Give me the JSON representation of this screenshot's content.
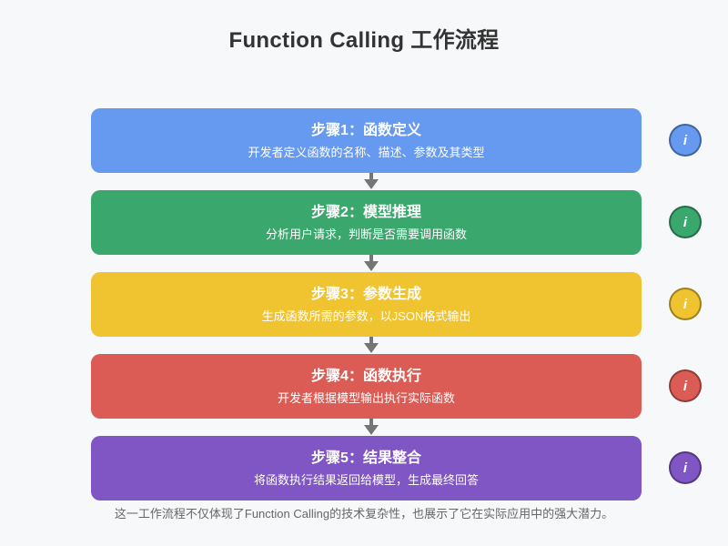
{
  "title": "Function Calling 工作流程",
  "background_color": "#f7f8fa",
  "title_color": "#333333",
  "arrow_color": "#757575",
  "steps": [
    {
      "title": "步骤1：函数定义",
      "desc": "开发者定义函数的名称、描述、参数及其类型",
      "color": "#6699F0",
      "badge": "i",
      "badge_name": "info-icon"
    },
    {
      "title": "步骤2：模型推理",
      "desc": "分析用户请求，判断是否需要调用函数",
      "color": "#3AA76D",
      "badge": "i",
      "badge_name": "info-icon"
    },
    {
      "title": "步骤3：参数生成",
      "desc": "生成函数所需的参数，以JSON格式输出",
      "color": "#F0C330",
      "badge": "i",
      "badge_name": "info-icon"
    },
    {
      "title": "步骤4：函数执行",
      "desc": "开发者根据模型输出执行实际函数",
      "color": "#DB5C54",
      "badge": "i",
      "badge_name": "info-icon"
    },
    {
      "title": "步骤5：结果整合",
      "desc": "将函数执行结果返回给模型，生成最终回答",
      "color": "#8055C4",
      "badge": "i",
      "badge_name": "info-icon"
    }
  ],
  "footer": "这一工作流程不仅体现了Function Calling的技术复杂性，也展示了它在实际应用中的强大潜力。"
}
